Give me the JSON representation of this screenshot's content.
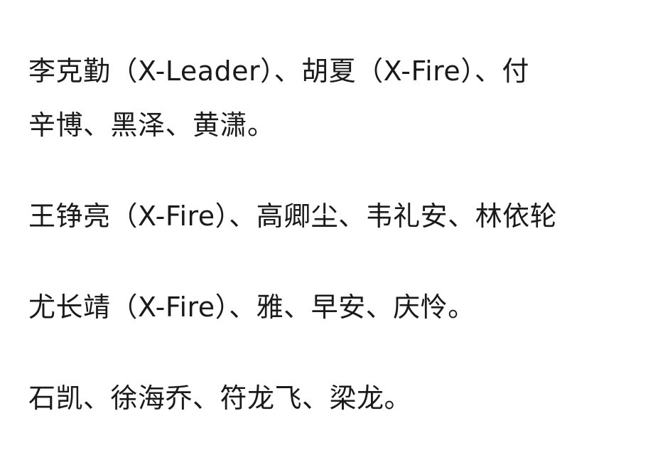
{
  "paragraphs": [
    {
      "lines": [
        "李克勤（X-Leader）、胡夏（X-Fire）、付",
        "辛博、黑泽、黄潇。"
      ]
    },
    {
      "lines": [
        "王铮亮（X-Fire）、高卿尘、韦礼安、林依轮"
      ]
    },
    {
      "lines": [
        "尤长靖（X-Fire）、雅、早安、庆怜。"
      ]
    },
    {
      "lines": [
        "石凯、徐海乔、符龙飞、梁龙。"
      ]
    }
  ]
}
